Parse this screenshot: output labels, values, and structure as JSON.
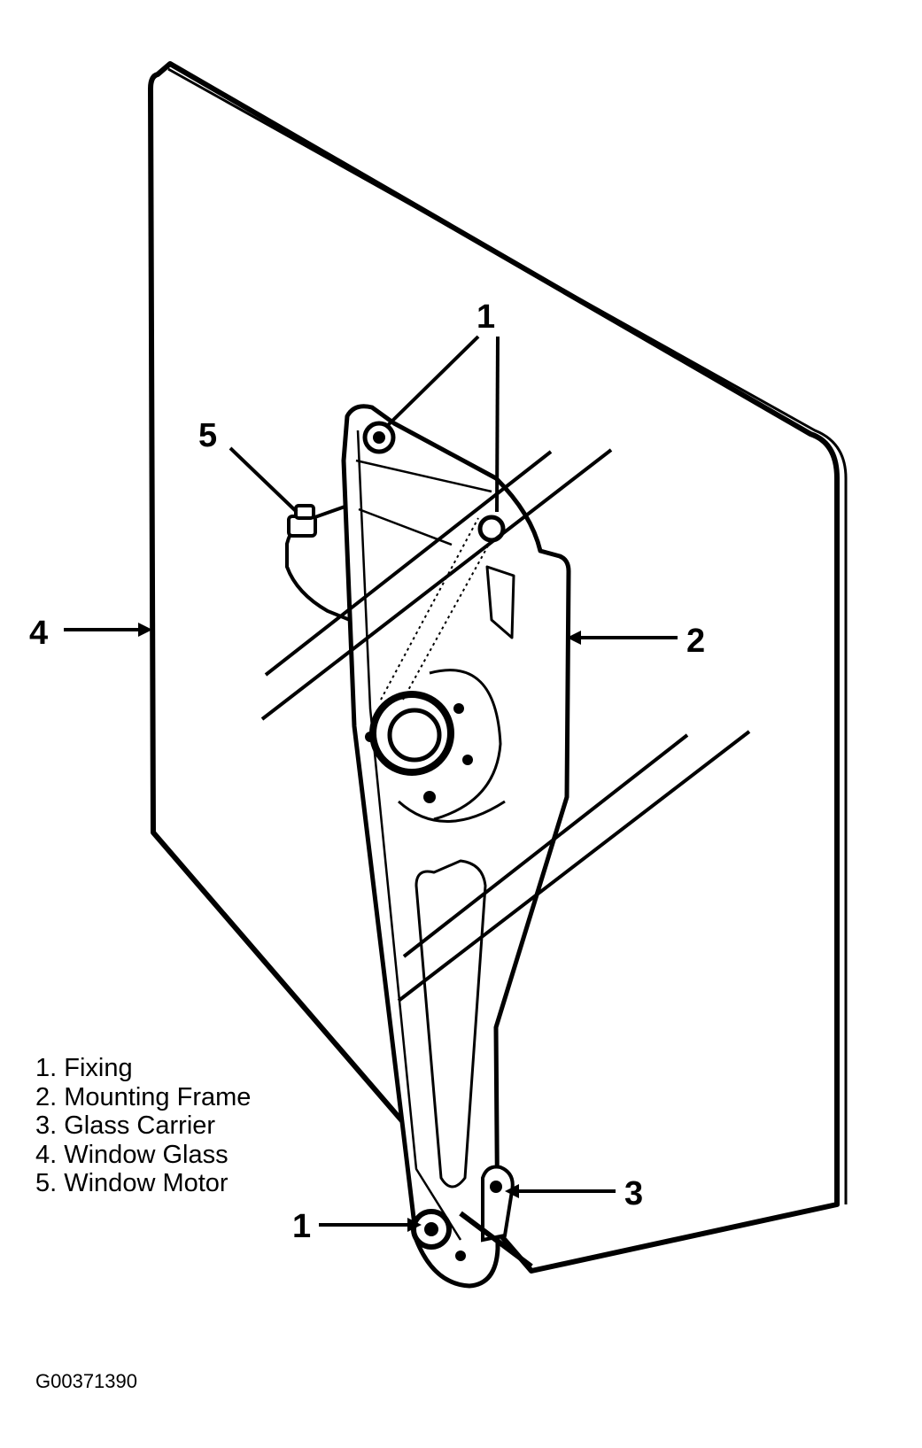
{
  "callouts": {
    "fixing_top": "1",
    "fixing_bottom": "1",
    "mounting_frame": "2",
    "glass_carrier": "3",
    "window_glass": "4",
    "window_motor": "5"
  },
  "legend": [
    "1. Fixing",
    "2. Mounting Frame",
    "3. Glass Carrier",
    "4. Window Glass",
    "5. Window Motor"
  ],
  "figure_id": "G00371390"
}
